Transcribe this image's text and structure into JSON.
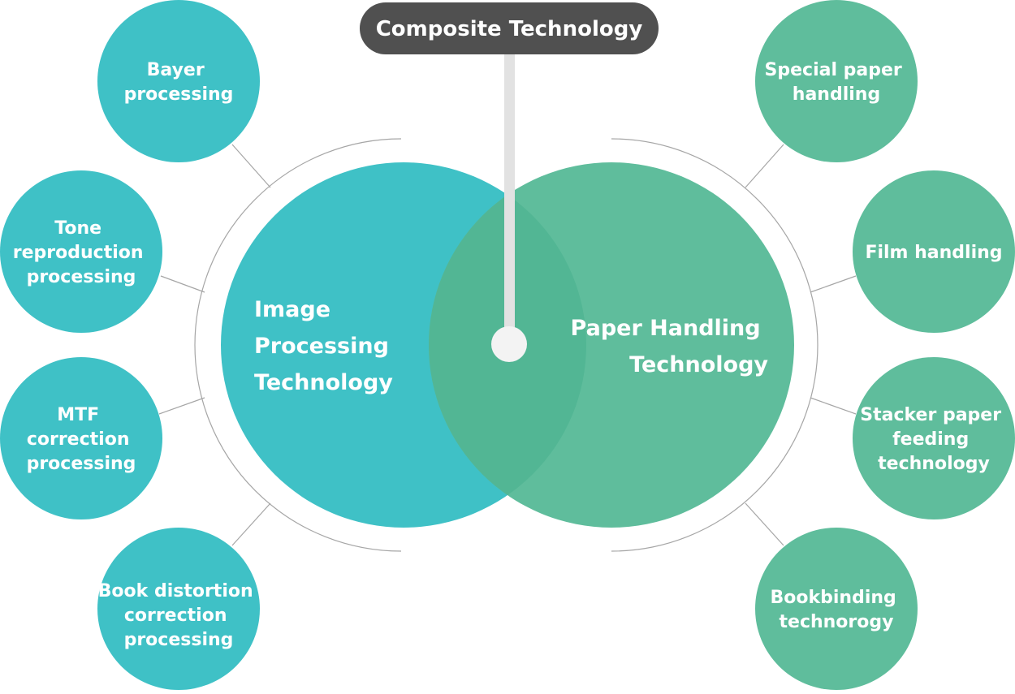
{
  "colors": {
    "teal": "#3fc1c6",
    "green": "#5fbd9c",
    "overlap": "#52b694",
    "pill": "#505050",
    "connector": "#e2e2e2",
    "arc": "#a6a6a6",
    "text": "#ffffff"
  },
  "title": "Composite Technology",
  "left_circle": {
    "lines": [
      "Image",
      "Processing",
      "Technology"
    ]
  },
  "right_circle": {
    "lines": [
      "Paper Handling",
      "Technology"
    ]
  },
  "left_nodes": [
    {
      "lines": [
        "Bayer",
        "processing"
      ]
    },
    {
      "lines": [
        "Tone",
        "reproduction",
        "processing"
      ]
    },
    {
      "lines": [
        "MTF",
        "correction",
        "processing"
      ]
    },
    {
      "lines": [
        "Book distortion",
        "correction",
        "processing"
      ]
    }
  ],
  "right_nodes": [
    {
      "lines": [
        "Special paper",
        "handling"
      ]
    },
    {
      "lines": [
        "Film handling"
      ]
    },
    {
      "lines": [
        "Stacker paper",
        "feeding",
        "technology"
      ]
    },
    {
      "lines": [
        "Bookbinding",
        "technorogy"
      ]
    }
  ]
}
